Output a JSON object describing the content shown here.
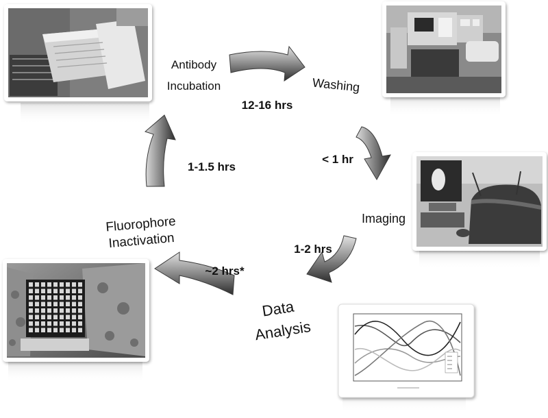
{
  "steps": [
    {
      "label_lines": [
        "Antibody",
        "Incubation"
      ],
      "photo": "antibody-incubation-photo"
    },
    {
      "label_lines": [
        "Washing"
      ],
      "photo": "plate-washer-photo"
    },
    {
      "label_lines": [
        "Imaging"
      ],
      "photo": "imaging-station-photo"
    },
    {
      "label_lines": [
        "Data",
        "Analysis"
      ],
      "photo": "data-analysis-plot"
    },
    {
      "label_lines": [
        "Fluorophore",
        "Inactivation"
      ],
      "photo": "fluorophore-inactivation-photo"
    }
  ],
  "durations": {
    "antibody_to_washing": "12-16 hrs",
    "washing_to_imaging": "< 1 hr",
    "imaging_to_analysis": "1-2 hrs",
    "analysis_to_inactivation": "~2 hrs*",
    "inactivation_to_antibody": "1-1.5 hrs"
  },
  "colors": {
    "arrow_light": "#d9d9d9",
    "arrow_dark": "#3a3a3a",
    "frame": "#ffffff"
  }
}
